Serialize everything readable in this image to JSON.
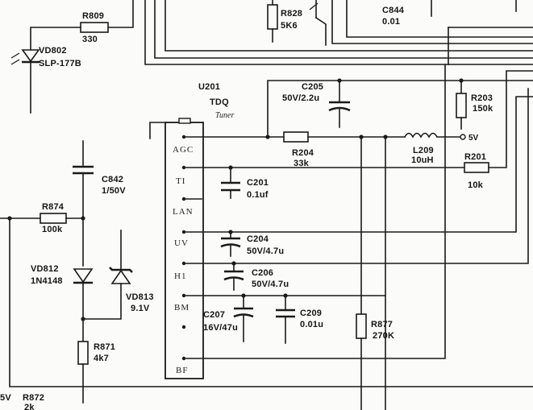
{
  "ic": {
    "ref": "U201",
    "part": "TDQ",
    "function": "Tuner",
    "pins": [
      "AGC",
      "TI",
      "LAN",
      "UV",
      "H1",
      "BM",
      "BF"
    ]
  },
  "supply_label": "5V",
  "components": {
    "r809": {
      "ref": "R809",
      "value": "330"
    },
    "vd802": {
      "ref": "VD802",
      "value": "SLP-177B"
    },
    "r828": {
      "ref": "R828",
      "value": "5K6"
    },
    "c844": {
      "ref": "C844",
      "value": "0.01"
    },
    "c205": {
      "ref": "C205",
      "value": "50V/2.2u"
    },
    "r203": {
      "ref": "R203",
      "value": "150k"
    },
    "r204": {
      "ref": "R204",
      "value": "33k"
    },
    "l209": {
      "ref": "L209",
      "value": "10uH"
    },
    "r201": {
      "ref": "R201",
      "value": "10k"
    },
    "c201": {
      "ref": "C201",
      "value": "0.1uf"
    },
    "c842": {
      "ref": "C842",
      "value": "1/50V"
    },
    "r874": {
      "ref": "R874",
      "value": "100k"
    },
    "c204": {
      "ref": "C204",
      "value": "50V/4.7u"
    },
    "c206": {
      "ref": "C206",
      "value": "50V/4.7u"
    },
    "vd812": {
      "ref": "VD812",
      "value": "1N4148"
    },
    "vd813": {
      "ref": "VD813",
      "value": "9.1V"
    },
    "c207": {
      "ref": "C207",
      "value": "16V/47u"
    },
    "c209": {
      "ref": "C209",
      "value": "0.01u"
    },
    "r877": {
      "ref": "R877",
      "value": "270K"
    },
    "r871": {
      "ref": "R871",
      "value": "4k7"
    },
    "r872": {
      "ref": "R872",
      "value": "2k"
    }
  },
  "edge_text": "5V",
  "colors": {
    "ink": "#1a1a1a",
    "paper": "#fbfbfa"
  }
}
